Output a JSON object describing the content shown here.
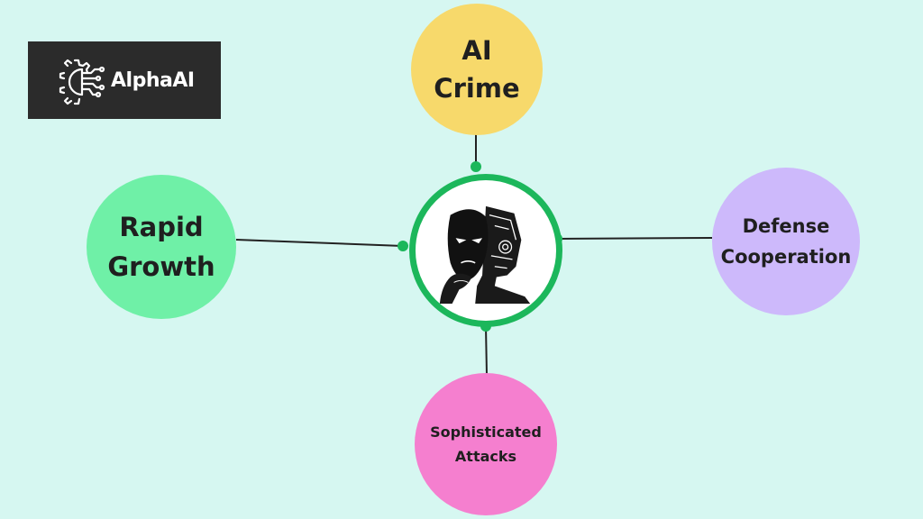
{
  "logo": {
    "text": "AlphaAI",
    "icon": "gear-circuit-icon"
  },
  "center": {
    "icon": "mask-and-robot-icon"
  },
  "nodes": {
    "top": "AI\nCrime",
    "left": "Rapid\nGrowth",
    "right": "Defense\nCooperation",
    "bottom": "Sophisticated\nAttacks"
  },
  "colors": {
    "background": "#d6f7f1",
    "top": "#f7d96b",
    "left": "#6ff0a7",
    "right": "#cdb9fb",
    "bottom": "#f57fcf",
    "center_ring": "#1cb75b"
  }
}
